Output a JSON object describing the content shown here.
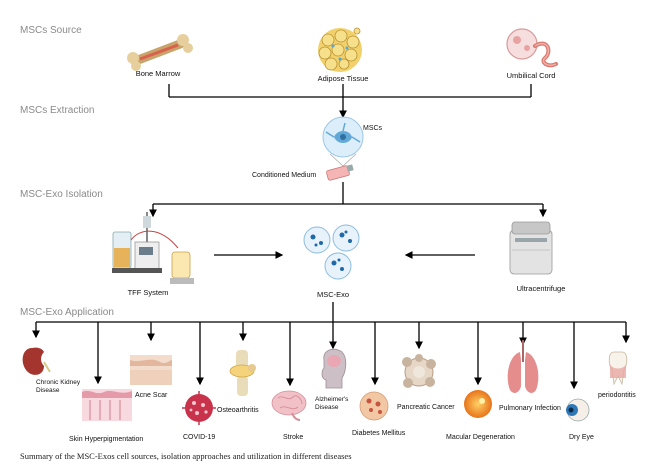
{
  "sections": {
    "source": "MSCs Source",
    "extraction": "MSCs Extraction",
    "isolation": "MSC-Exo Isolation",
    "application": "MSC-Exo Application"
  },
  "sources": {
    "bone_marrow": "Bone Marrow",
    "adipose": "Adipose Tissue",
    "umbilical": "Umbilical Cord"
  },
  "extraction": {
    "mscs": "MSCs",
    "medium": "Conditioned Medium"
  },
  "isolation": {
    "tff": "TFF System",
    "exo": "MSC-Exo",
    "ultra": "Ultracentrifuge"
  },
  "diseases": {
    "ckd_line1": "Chronic Kidney",
    "ckd_line2": "Disease",
    "skin": "Skin Hyperpigmentation",
    "acne": "Acne Scar",
    "covid": "COVID-19",
    "oa": "Osteoarthritis",
    "stroke": "Stroke",
    "alz_line1": "Alzheimer's",
    "alz_line2": "Disease",
    "diabetes": "Diabetes Mellitus",
    "pancreatic": "Pancreatic Cancer",
    "macular": "Macular Degeneration",
    "pulmonary": "Pulmonary Infection",
    "dryeye": "Dry Eye",
    "perio": "periodontitis"
  },
  "caption": "Summary of the MSC-Exos cell sources, isolation approaches and utilization in different diseases"
}
